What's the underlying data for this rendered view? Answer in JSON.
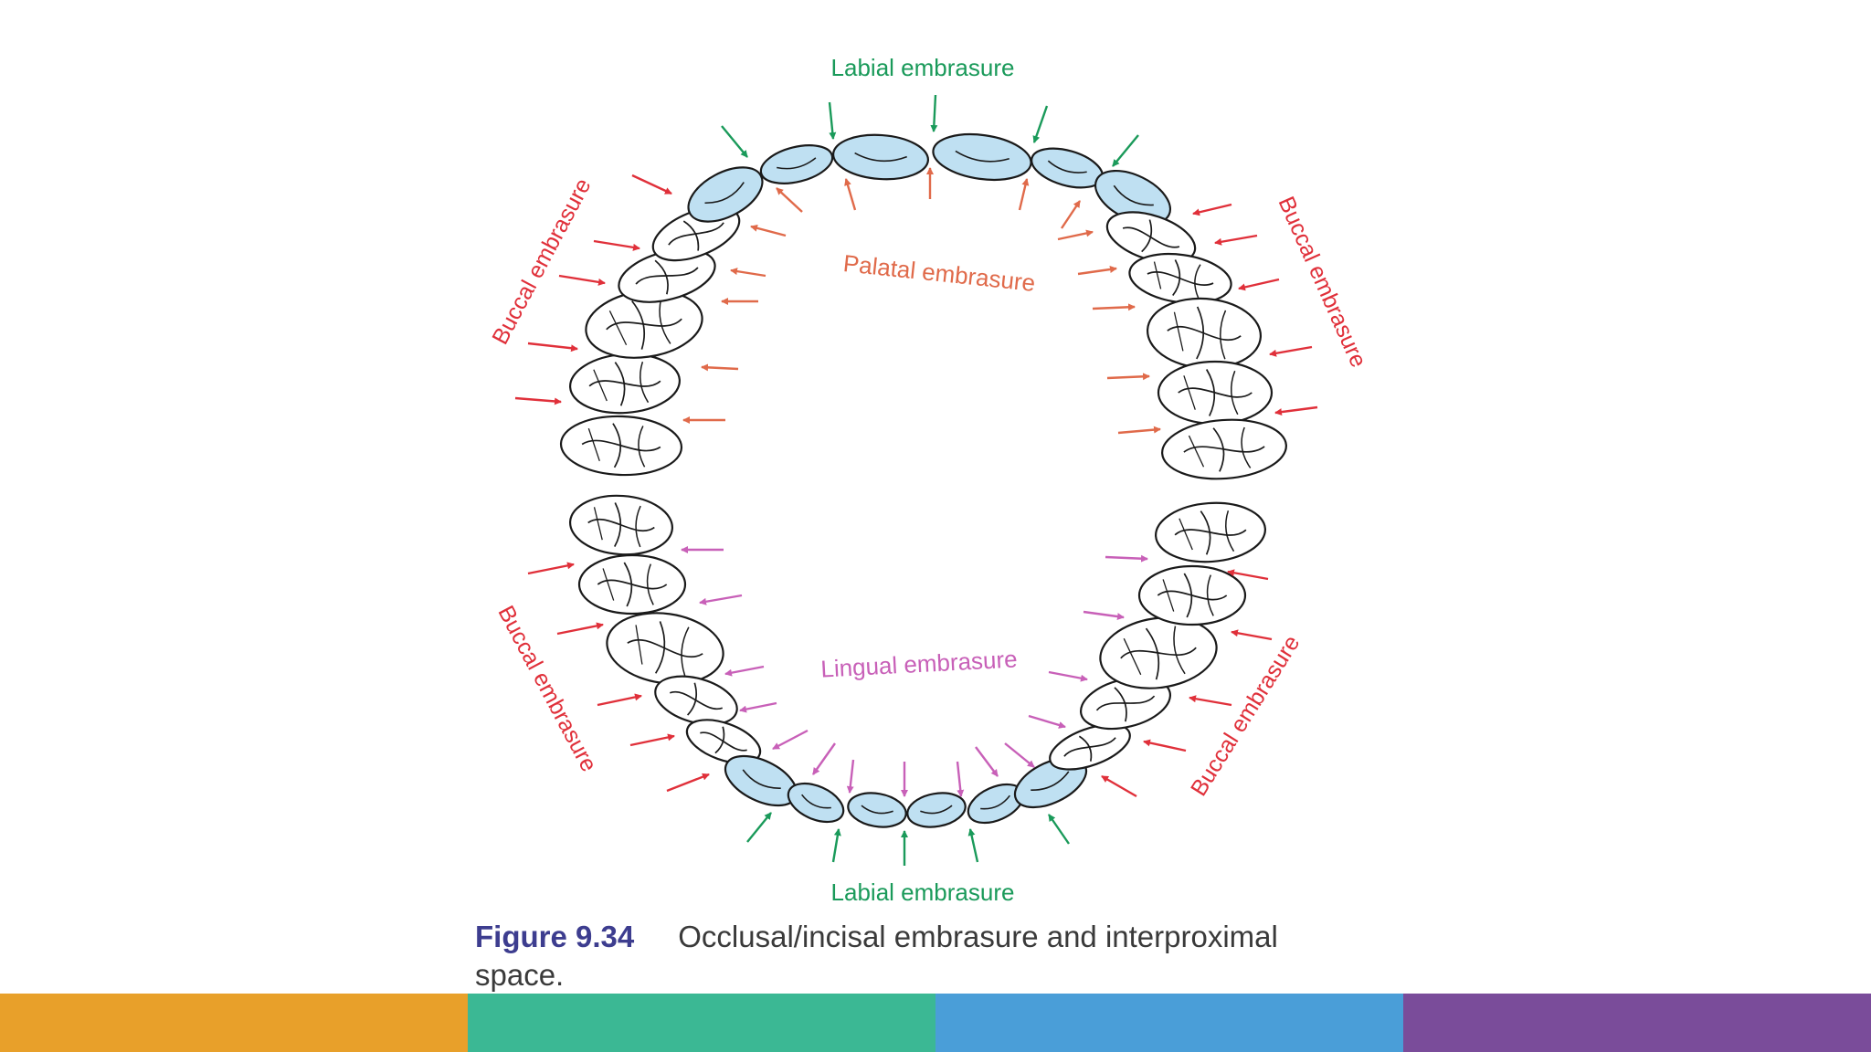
{
  "diagram": {
    "labels": {
      "labial_top": "Labial embrasure",
      "labial_bottom": "Labial embrasure",
      "palatal": "Palatal embrasure",
      "lingual": "Lingual embrasure",
      "buccal_upper_left": "Buccal embrasure",
      "buccal_upper_right": "Buccal embrasure",
      "buccal_lower_left": "Buccal embrasure",
      "buccal_lower_right": "Buccal embrasure"
    },
    "colors": {
      "labial": "#1a9a5a",
      "buccal": "#e0303a",
      "palatal": "#e06a4a",
      "lingual": "#c860b8",
      "anterior_tooth_fill": "#bfe0f2",
      "outline": "#1a1a1a"
    }
  },
  "caption": {
    "figure_number": "Figure 9.34",
    "text": "Occlusal/incisal embrasure and interproximal space."
  },
  "footer": {
    "colors": [
      "#e8a02a",
      "#3bb894",
      "#4a9ed8",
      "#7a4c9a"
    ]
  }
}
